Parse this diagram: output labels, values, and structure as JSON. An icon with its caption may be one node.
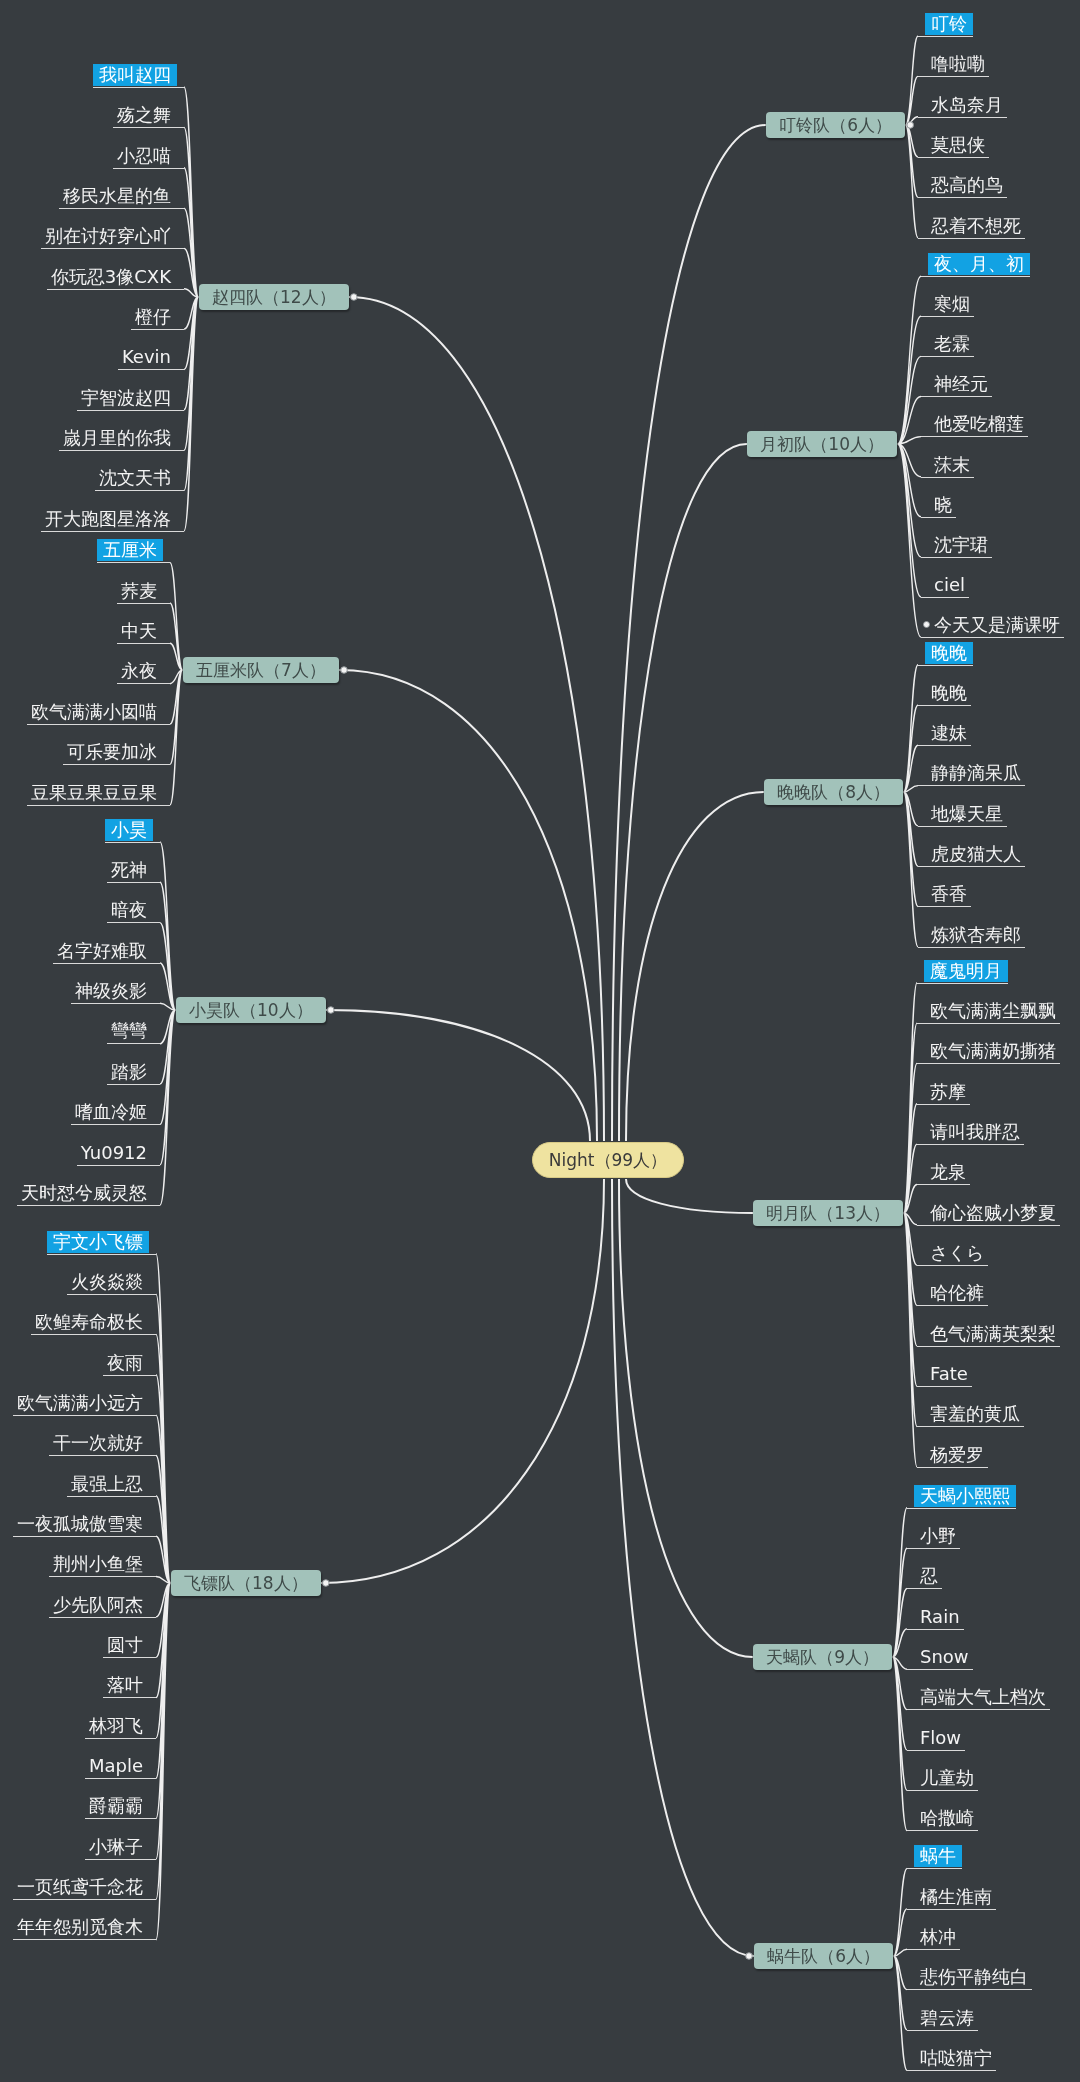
{
  "diagram": {
    "nodes": [
      {
        "text": [
          "Night（99人）"
        ]
      },
      {
        "text": [
          "叮铃队（6人）"
        ]
      },
      {
        "text": [
          "叮铃"
        ]
      },
      {
        "text": [
          "噜啦嘞"
        ]
      },
      {
        "text": [
          "水岛奈月"
        ]
      },
      {
        "text": [
          "莫思侠"
        ]
      },
      {
        "text": [
          "恐高的鸟"
        ]
      },
      {
        "text": [
          "忍着不想死"
        ]
      },
      {
        "text": [
          "月初队（10人）"
        ]
      },
      {
        "text": [
          "夜、月、初"
        ]
      },
      {
        "text": [
          "寒烟"
        ]
      },
      {
        "text": [
          "老霖"
        ]
      },
      {
        "text": [
          "神经元"
        ]
      },
      {
        "text": [
          "他爱吃榴莲"
        ]
      },
      {
        "text": [
          "莯末"
        ]
      },
      {
        "text": [
          "晓"
        ]
      },
      {
        "text": [
          "沈宇珺"
        ]
      },
      {
        "text": [
          "ciel"
        ]
      },
      {
        "text": [
          "今天又是满课呀"
        ]
      },
      {
        "text": [
          "晚晚队（8人）"
        ]
      },
      {
        "text": [
          "晚晚"
        ]
      },
      {
        "text": [
          "晚晚"
        ]
      },
      {
        "text": [
          "逮妹"
        ]
      },
      {
        "text": [
          "静静滴呆瓜"
        ]
      },
      {
        "text": [
          "地爆天星"
        ]
      },
      {
        "text": [
          "虎皮猫大人"
        ]
      },
      {
        "text": [
          "香香"
        ]
      },
      {
        "text": [
          "炼狱杏寿郎"
        ]
      },
      {
        "text": [
          "明月队（13人）"
        ]
      },
      {
        "text": [
          "魔鬼明月"
        ]
      },
      {
        "text": [
          "欧气满满尘飘飘"
        ]
      },
      {
        "text": [
          "欧气满满奶撕猪"
        ]
      },
      {
        "text": [
          "苏摩"
        ]
      },
      {
        "text": [
          "请叫我胖忍"
        ]
      },
      {
        "text": [
          "龙泉"
        ]
      },
      {
        "text": [
          "偷心盗贼小梦夏"
        ]
      },
      {
        "text": [
          "さくら"
        ]
      },
      {
        "text": [
          "哈伦裤"
        ]
      },
      {
        "text": [
          "色气满满英梨梨"
        ]
      },
      {
        "text": [
          "Fate"
        ]
      },
      {
        "text": [
          "害羞的黄瓜"
        ]
      },
      {
        "text": [
          "杨爱罗"
        ]
      },
      {
        "text": [
          "天蝎队（9人）"
        ]
      },
      {
        "text": [
          "天蝎小熙熙"
        ]
      },
      {
        "text": [
          "小野"
        ]
      },
      {
        "text": [
          "忍"
        ]
      },
      {
        "text": [
          "Rain"
        ]
      },
      {
        "text": [
          "Snow"
        ]
      },
      {
        "text": [
          "高端大气上档次"
        ]
      },
      {
        "text": [
          "Flow"
        ]
      },
      {
        "text": [
          "儿童劫"
        ]
      },
      {
        "text": [
          "哈撒崎"
        ]
      },
      {
        "text": [
          "蜗牛队（6人）"
        ]
      },
      {
        "text": [
          "蜗牛"
        ]
      },
      {
        "text": [
          "橘生淮南"
        ]
      },
      {
        "text": [
          "林冲"
        ]
      },
      {
        "text": [
          "悲伤平静纯白"
        ]
      },
      {
        "text": [
          "碧云涛"
        ]
      },
      {
        "text": [
          "咕哒猫宁"
        ]
      },
      {
        "text": [
          "赵四队（12人）"
        ]
      },
      {
        "text": [
          "我叫赵四"
        ]
      },
      {
        "text": [
          "殇之舞"
        ]
      },
      {
        "text": [
          "小忍喵"
        ]
      },
      {
        "text": [
          "移民水星的鱼"
        ]
      },
      {
        "text": [
          "别在讨好穿心吖"
        ]
      },
      {
        "text": [
          "你玩忍3像CXK"
        ]
      },
      {
        "text": [
          "橙仔"
        ]
      },
      {
        "text": [
          "Kevin"
        ]
      },
      {
        "text": [
          "宇智波赵四"
        ]
      },
      {
        "text": [
          "嵗月里的你我"
        ]
      },
      {
        "text": [
          "沈文天书"
        ]
      },
      {
        "text": [
          "开大跑图星洛洛"
        ]
      },
      {
        "text": [
          "五厘米队（7人）"
        ]
      },
      {
        "text": [
          "五厘米"
        ]
      },
      {
        "text": [
          "荞麦"
        ]
      },
      {
        "text": [
          "中天"
        ]
      },
      {
        "text": [
          "永夜"
        ]
      },
      {
        "text": [
          "欧气满满小囡喵"
        ]
      },
      {
        "text": [
          "可乐要加冰"
        ]
      },
      {
        "text": [
          "豆果豆果豆豆果"
        ]
      },
      {
        "text": [
          "小昊队（10人）"
        ]
      },
      {
        "text": [
          "小昊"
        ]
      },
      {
        "text": [
          "死神"
        ]
      },
      {
        "text": [
          "暗夜"
        ]
      },
      {
        "text": [
          "名字好难取"
        ]
      },
      {
        "text": [
          "神级炎影"
        ]
      },
      {
        "text": [
          "彎彎"
        ]
      },
      {
        "text": [
          "踏影"
        ]
      },
      {
        "text": [
          "嗜血冷姬"
        ]
      },
      {
        "text": [
          "Yu0912"
        ]
      },
      {
        "text": [
          "天时怼兮威灵怒"
        ]
      },
      {
        "text": [
          "飞镖队（18人）"
        ]
      },
      {
        "text": [
          "宇文小飞镖"
        ]
      },
      {
        "text": [
          "火炎焱燚"
        ]
      },
      {
        "text": [
          "欧鳇寿命极长"
        ]
      },
      {
        "text": [
          "夜雨"
        ]
      },
      {
        "text": [
          "欧气满满小远方"
        ]
      },
      {
        "text": [
          "干一次就好"
        ]
      },
      {
        "text": [
          "最强上忍"
        ]
      },
      {
        "text": [
          "一夜孤城傲雪寒"
        ]
      },
      {
        "text": [
          "荆州小鱼堡"
        ]
      },
      {
        "text": [
          "少先队阿杰"
        ]
      },
      {
        "text": [
          "圆寸"
        ]
      },
      {
        "text": [
          "落叶"
        ]
      },
      {
        "text": [
          "林羽飞"
        ]
      },
      {
        "text": [
          "Maple"
        ]
      },
      {
        "text": [
          "爵霸霸"
        ]
      },
      {
        "text": [
          "小琳子"
        ]
      },
      {
        "text": [
          "一页纸鸢千念花"
        ]
      },
      {
        "text": [
          "年年怨别觅食木"
        ]
      }
    ],
    "edges": [
      {
        "from": 0,
        "to": 1,
        "arrow": "none"
      },
      {
        "from": 0,
        "to": 8,
        "arrow": "none"
      },
      {
        "from": 0,
        "to": 19,
        "arrow": "none"
      },
      {
        "from": 0,
        "to": 28,
        "arrow": "none"
      },
      {
        "from": 0,
        "to": 42,
        "arrow": "none"
      },
      {
        "from": 0,
        "to": 52,
        "arrow": "other"
      },
      {
        "from": 0,
        "to": 59,
        "arrow": "other"
      },
      {
        "from": 0,
        "to": 72,
        "arrow": "other"
      },
      {
        "from": 0,
        "to": 80,
        "arrow": "other"
      },
      {
        "from": 0,
        "to": 91,
        "arrow": "other"
      },
      {
        "from": 2,
        "to": 1,
        "arrow": "other"
      },
      {
        "from": 3,
        "to": 1,
        "arrow": "other"
      },
      {
        "from": 4,
        "to": 1,
        "arrow": "other"
      },
      {
        "from": 5,
        "to": 1,
        "arrow": "other"
      },
      {
        "from": 6,
        "to": 1,
        "arrow": "other"
      },
      {
        "from": 7,
        "to": 1,
        "arrow": "other"
      },
      {
        "from": 8,
        "to": 9,
        "arrow": "none"
      },
      {
        "from": 8,
        "to": 10,
        "arrow": "none"
      },
      {
        "from": 8,
        "to": 11,
        "arrow": "none"
      },
      {
        "from": 8,
        "to": 12,
        "arrow": "none"
      },
      {
        "from": 8,
        "to": 13,
        "arrow": "none"
      },
      {
        "from": 8,
        "to": 14,
        "arrow": "none"
      },
      {
        "from": 8,
        "to": 15,
        "arrow": "none"
      },
      {
        "from": 8,
        "to": 16,
        "arrow": "none"
      },
      {
        "from": 8,
        "to": 17,
        "arrow": "none"
      },
      {
        "from": 8,
        "to": 18,
        "arrow": "none"
      },
      {
        "from": 19,
        "to": 20,
        "arrow": "none"
      },
      {
        "from": 19,
        "to": 21,
        "arrow": "none"
      },
      {
        "from": 19,
        "to": 22,
        "arrow": "none"
      },
      {
        "from": 19,
        "to": 23,
        "arrow": "none"
      },
      {
        "from": 19,
        "to": 24,
        "arrow": "none"
      },
      {
        "from": 19,
        "to": 25,
        "arrow": "none"
      },
      {
        "from": 19,
        "to": 26,
        "arrow": "none"
      },
      {
        "from": 19,
        "to": 27,
        "arrow": "none"
      },
      {
        "from": 28,
        "to": 29,
        "arrow": "none"
      },
      {
        "from": 28,
        "to": 30,
        "arrow": "none"
      },
      {
        "from": 28,
        "to": 31,
        "arrow": "none"
      },
      {
        "from": 28,
        "to": 32,
        "arrow": "none"
      },
      {
        "from": 28,
        "to": 33,
        "arrow": "none"
      },
      {
        "from": 28,
        "to": 34,
        "arrow": "none"
      },
      {
        "from": 28,
        "to": 35,
        "arrow": "none"
      },
      {
        "from": 28,
        "to": 36,
        "arrow": "none"
      },
      {
        "from": 28,
        "to": 37,
        "arrow": "none"
      },
      {
        "from": 28,
        "to": 38,
        "arrow": "none"
      },
      {
        "from": 28,
        "to": 39,
        "arrow": "none"
      },
      {
        "from": 28,
        "to": 40,
        "arrow": "none"
      },
      {
        "from": 28,
        "to": 41,
        "arrow": "none"
      },
      {
        "from": 42,
        "to": 43,
        "arrow": "none"
      },
      {
        "from": 42,
        "to": 44,
        "arrow": "none"
      },
      {
        "from": 42,
        "to": 45,
        "arrow": "none"
      },
      {
        "from": 42,
        "to": 46,
        "arrow": "none"
      },
      {
        "from": 42,
        "to": 47,
        "arrow": "none"
      },
      {
        "from": 42,
        "to": 48,
        "arrow": "none"
      },
      {
        "from": 42,
        "to": 49,
        "arrow": "none"
      },
      {
        "from": 42,
        "to": 50,
        "arrow": "none"
      },
      {
        "from": 42,
        "to": 51,
        "arrow": "none"
      },
      {
        "from": 52,
        "to": 53,
        "arrow": "none"
      },
      {
        "from": 52,
        "to": 54,
        "arrow": "none"
      },
      {
        "from": 52,
        "to": 55,
        "arrow": "none"
      },
      {
        "from": 52,
        "to": 56,
        "arrow": "none"
      },
      {
        "from": 52,
        "to": 57,
        "arrow": "none"
      },
      {
        "from": 52,
        "to": 58,
        "arrow": "none"
      },
      {
        "from": 59,
        "to": 60,
        "arrow": "none"
      },
      {
        "from": 59,
        "to": 61,
        "arrow": "none"
      },
      {
        "from": 59,
        "to": 62,
        "arrow": "none"
      },
      {
        "from": 59,
        "to": 63,
        "arrow": "none"
      },
      {
        "from": 59,
        "to": 64,
        "arrow": "none"
      },
      {
        "from": 59,
        "to": 65,
        "arrow": "none"
      },
      {
        "from": 59,
        "to": 66,
        "arrow": "none"
      },
      {
        "from": 59,
        "to": 67,
        "arrow": "none"
      },
      {
        "from": 59,
        "to": 68,
        "arrow": "none"
      },
      {
        "from": 59,
        "to": 69,
        "arrow": "none"
      },
      {
        "from": 59,
        "to": 70,
        "arrow": "none"
      },
      {
        "from": 59,
        "to": 71,
        "arrow": "none"
      },
      {
        "from": 72,
        "to": 73,
        "arrow": "none"
      },
      {
        "from": 72,
        "to": 74,
        "arrow": "none"
      },
      {
        "from": 72,
        "to": 75,
        "arrow": "none"
      },
      {
        "from": 72,
        "to": 76,
        "arrow": "none"
      },
      {
        "from": 72,
        "to": 77,
        "arrow": "none"
      },
      {
        "from": 72,
        "to": 78,
        "arrow": "none"
      },
      {
        "from": 72,
        "to": 79,
        "arrow": "none"
      },
      {
        "from": 80,
        "to": 81,
        "arrow": "none"
      },
      {
        "from": 80,
        "to": 82,
        "arrow": "none"
      },
      {
        "from": 80,
        "to": 83,
        "arrow": "none"
      },
      {
        "from": 80,
        "to": 84,
        "arrow": "none"
      },
      {
        "from": 80,
        "to": 85,
        "arrow": "none"
      },
      {
        "from": 80,
        "to": 86,
        "arrow": "none"
      },
      {
        "from": 80,
        "to": 87,
        "arrow": "none"
      },
      {
        "from": 80,
        "to": 88,
        "arrow": "none"
      },
      {
        "from": 80,
        "to": 89,
        "arrow": "none"
      },
      {
        "from": 80,
        "to": 90,
        "arrow": "none"
      },
      {
        "from": 91,
        "to": 92,
        "arrow": "none"
      },
      {
        "from": 91,
        "to": 93,
        "arrow": "none"
      },
      {
        "from": 91,
        "to": 94,
        "arrow": "none"
      },
      {
        "from": 91,
        "to": 95,
        "arrow": "none"
      },
      {
        "from": 91,
        "to": 96,
        "arrow": "none"
      },
      {
        "from": 91,
        "to": 97,
        "arrow": "none"
      },
      {
        "from": 91,
        "to": 98,
        "arrow": "none"
      },
      {
        "from": 91,
        "to": 99,
        "arrow": "none"
      },
      {
        "from": 91,
        "to": 100,
        "arrow": "none"
      },
      {
        "from": 91,
        "to": 101,
        "arrow": "none"
      },
      {
        "from": 91,
        "to": 102,
        "arrow": "none"
      },
      {
        "from": 91,
        "to": 103,
        "arrow": "none"
      },
      {
        "from": 91,
        "to": 104,
        "arrow": "none"
      },
      {
        "from": 91,
        "to": 105,
        "arrow": "none"
      },
      {
        "from": 91,
        "to": 106,
        "arrow": "none"
      },
      {
        "from": 91,
        "to": 107,
        "arrow": "none"
      },
      {
        "from": 91,
        "to": 108,
        "arrow": "none"
      },
      {
        "from": 91,
        "to": 109,
        "arrow": "none"
      }
    ]
  }
}
